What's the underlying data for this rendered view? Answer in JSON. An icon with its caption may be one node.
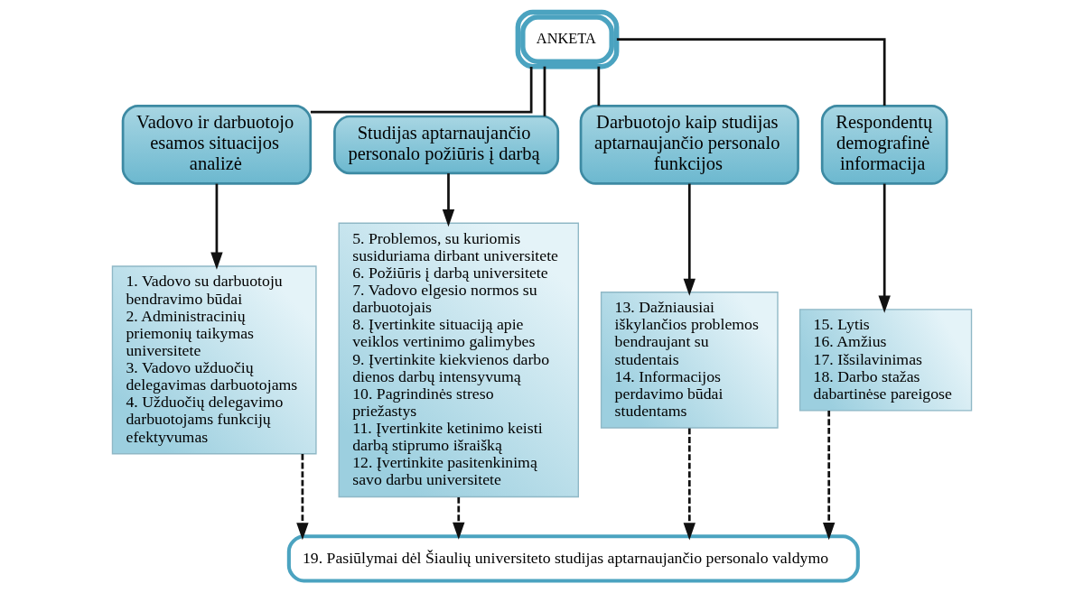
{
  "diagram": {
    "nodes": [
      {
        "text": [
          "ANKETA"
        ]
      },
      {
        "text": [
          "Vadovo ir darbuotojo esamos situacijos analizė"
        ]
      },
      {
        "text": [
          "Studijas aptarnaujančio personalo požiūris į darbą"
        ]
      },
      {
        "text": [
          "Darbuotojo kaip studijas aptarnaujančio personalo funkcijos"
        ]
      },
      {
        "text": [
          "Respondentų demografinė informacija"
        ]
      },
      {
        "text": [
          "1. Vadovo su darbuotoju bendravimo būdai",
          "2. Administracinių priemonių taikymas universitete",
          "3. Vadovo užduočių delegavimas darbuotojams",
          "4. Užduočių delegavimo darbuotojams funkcijų efektyvumas"
        ]
      },
      {
        "text": [
          "5. Problemos, su kuriomis susiduriama dirbant universitete",
          "6. Požiūris į darbą universitete",
          "7. Vadovo elgesio normos su darbuotojais",
          "8. Įvertinkite situaciją apie veiklos vertinimo galimybes",
          "9. Įvertinkite kiekvienos darbo dienos darbų intensyvumą",
          "10. Pagrindinės streso priežastys",
          "11. Įvertinkite ketinimo keisti darbą stiprumo išraišką",
          "12. Įvertinkite pasitenkinimą savo darbu universitete"
        ]
      },
      {
        "text": [
          "13. Dažniausiai iškylančios problemos bendraujant su studentais",
          "14. Informacijos perdavimo būdai studentams"
        ]
      },
      {
        "text": [
          "15. Lytis",
          "16. Amžius",
          "17. Išsilavinimas",
          "18. Darbo stažas dabartinėse pareigose"
        ]
      },
      {
        "text": [
          "19. Pasiūlymai dėl Šiaulių universiteto studijas aptarnaujančio personalo valdymo"
        ]
      }
    ],
    "edges": [
      {
        "from": 0,
        "to": 1,
        "arrow": "none"
      },
      {
        "from": 0,
        "to": 2,
        "arrow": "none"
      },
      {
        "from": 0,
        "to": 3,
        "arrow": "none"
      },
      {
        "from": 0,
        "to": 4,
        "arrow": "none"
      },
      {
        "from": 1,
        "to": 5,
        "arrow": "to"
      },
      {
        "from": 2,
        "to": 6,
        "arrow": "to"
      },
      {
        "from": 3,
        "to": 7,
        "arrow": "to"
      },
      {
        "from": 4,
        "to": 8,
        "arrow": "to"
      },
      {
        "from": 5,
        "to": 9,
        "arrow": "to",
        "style": "dashed"
      },
      {
        "from": 6,
        "to": 9,
        "arrow": "to",
        "style": "dashed"
      },
      {
        "from": 7,
        "to": 9,
        "arrow": "to",
        "style": "dashed"
      },
      {
        "from": 8,
        "to": 9,
        "arrow": "to",
        "style": "dashed"
      }
    ]
  }
}
